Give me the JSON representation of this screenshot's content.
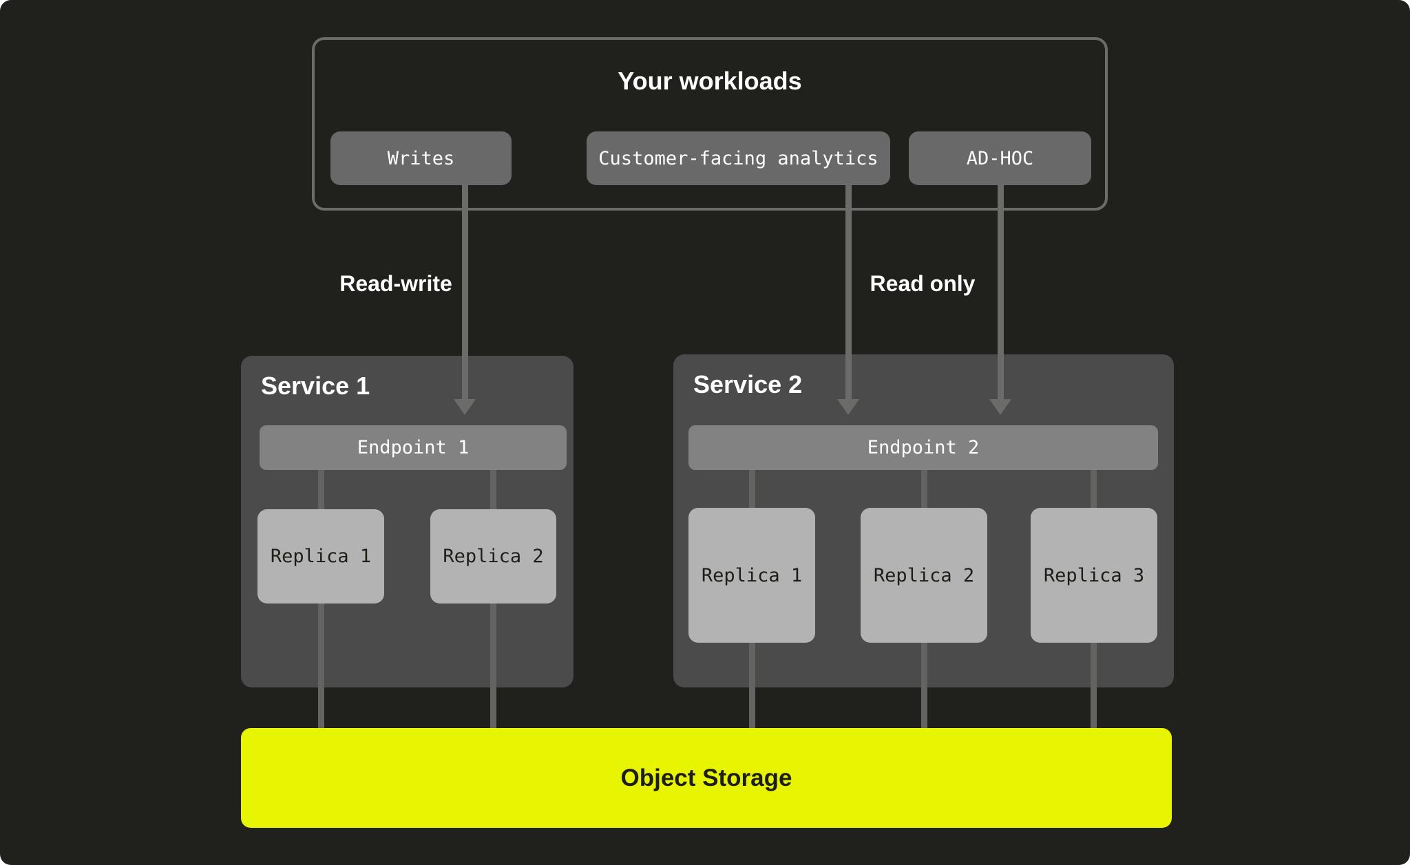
{
  "colors": {
    "canvas_bg": "#20211c",
    "line_gray": "#6b6b69",
    "pill_bg": "#696969",
    "service_bg": "#4b4b4b",
    "endpoint_bg": "#828282",
    "replica_bg": "#b3b3b3",
    "storage_yellow": "#e8f502",
    "dark_text": "#1d1e18",
    "white_text": "#ffffff"
  },
  "workloads": {
    "title": "Your workloads",
    "pills": [
      {
        "label": "Writes"
      },
      {
        "label": "Customer-facing analytics"
      },
      {
        "label": "AD-HOC"
      }
    ]
  },
  "edge_labels": {
    "read_write": "Read-write",
    "read_only": "Read only"
  },
  "services": [
    {
      "title": "Service 1",
      "endpoint": "Endpoint 1",
      "replicas": [
        "Replica 1",
        "Replica 2"
      ]
    },
    {
      "title": "Service 2",
      "endpoint": "Endpoint 2",
      "replicas": [
        "Replica 1",
        "Replica 2",
        "Replica 3"
      ]
    }
  ],
  "storage": {
    "label": "Object Storage"
  }
}
